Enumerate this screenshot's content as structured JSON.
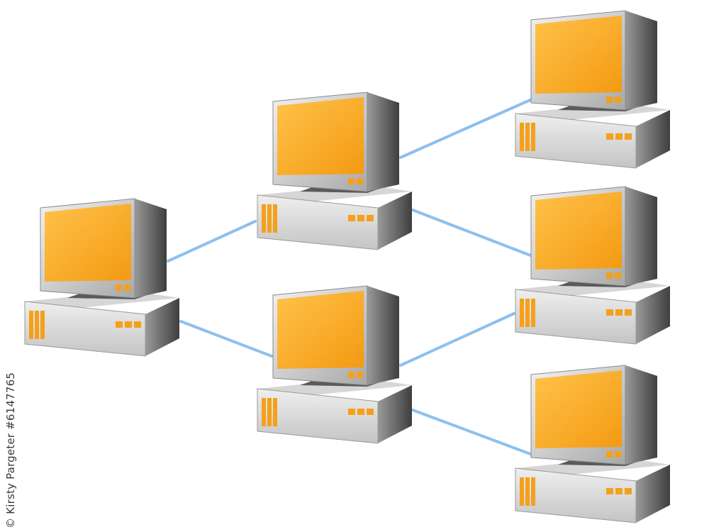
{
  "watermark": {
    "text": "© Kirsty Pargeter #6147765"
  },
  "colors": {
    "screen_light": "#ffc24a",
    "screen_dark": "#f39a12",
    "case_light": "#e4e4e4",
    "case_mid": "#bdbdbd",
    "case_dark": "#4a4a4a",
    "link": "#8cc0ef",
    "indicator": "#f5a01a"
  },
  "diagram": {
    "nodes": [
      {
        "id": "computer-left"
      },
      {
        "id": "computer-mid-top"
      },
      {
        "id": "computer-mid-bottom"
      },
      {
        "id": "computer-right-top"
      },
      {
        "id": "computer-right-middle"
      },
      {
        "id": "computer-right-bottom"
      }
    ],
    "links": [
      {
        "from": "computer-left",
        "to": "computer-mid-top"
      },
      {
        "from": "computer-left",
        "to": "computer-mid-bottom"
      },
      {
        "from": "computer-mid-top",
        "to": "computer-right-top"
      },
      {
        "from": "computer-mid-top",
        "to": "computer-right-middle"
      },
      {
        "from": "computer-mid-bottom",
        "to": "computer-right-middle"
      },
      {
        "from": "computer-mid-bottom",
        "to": "computer-right-bottom"
      }
    ]
  }
}
